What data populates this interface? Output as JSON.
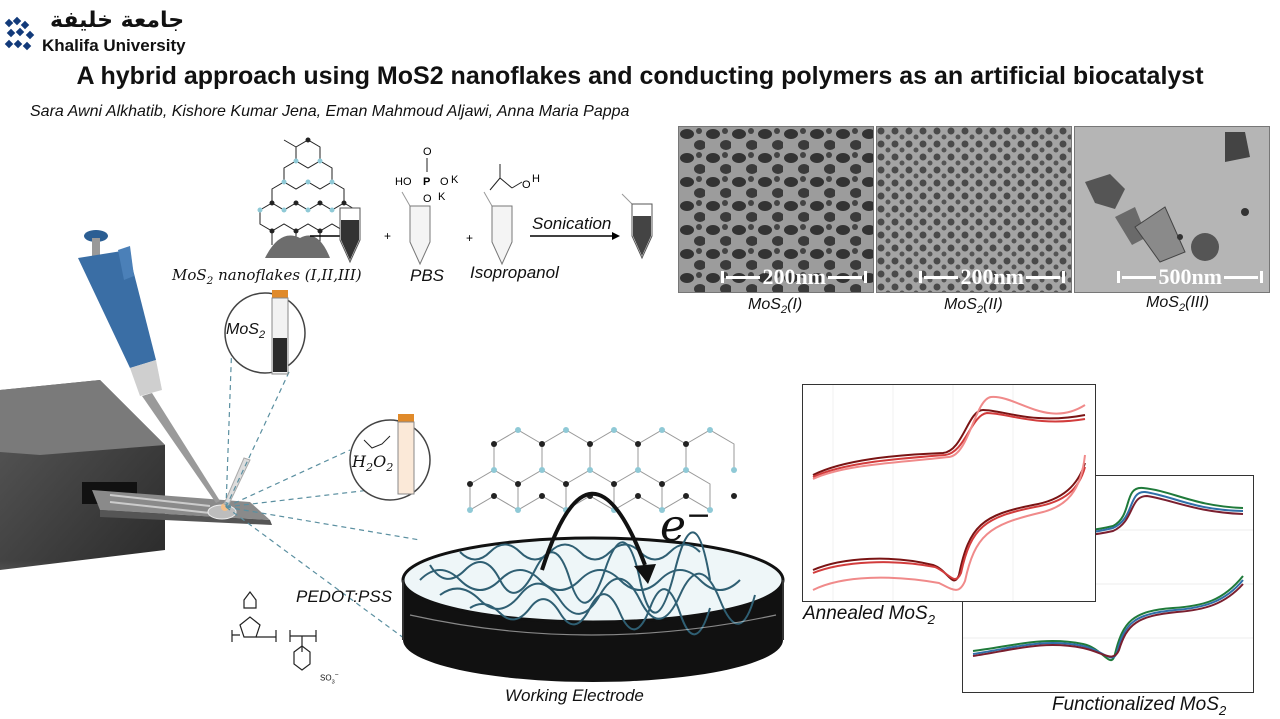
{
  "header": {
    "logo_arabic": "جامعة خليفة",
    "logo_english": "Khalifa University",
    "title": "A hybrid approach using MoS2 nanoflakes and conducting polymers as an artificial biocatalyst",
    "authors": "Sara Awni Alkhatib, Kishore Kumar Jena, Eman Mahmoud Aljawi, Anna Maria Pappa"
  },
  "synthesis": {
    "mos2_label": "MoS",
    "mos2_sub": "2",
    "nanoflakes_label": " nanoflakes (I,II,III)",
    "pbs_label": "PBS",
    "isopropanol_label": "Isopropanol",
    "sonication_label": "Sonication",
    "plus": "+",
    "phosphate_ho": "HO",
    "phosphate_o": "O",
    "phosphate_k": "K",
    "ipa_oh": "O",
    "ipa_h": "H"
  },
  "tem": [
    {
      "scale": "200nm",
      "label": "MoS",
      "sub": "2",
      "suffix": "(I)"
    },
    {
      "scale": "200nm",
      "label": "MoS",
      "sub": "2",
      "suffix": "(II)"
    },
    {
      "scale": "500nm",
      "label": "MoS",
      "sub": "2",
      "suffix": "(III)"
    }
  ],
  "device": {
    "tube_mos2": "MoS",
    "tube_mos2_sub": "2",
    "tube_h2o2": "H",
    "tube_h2o2_sub1": "2",
    "tube_h2o2_o": "O",
    "tube_h2o2_sub2": "2",
    "pedot_label": "PEDOT:PSS",
    "electrode_label": "Working Electrode",
    "electron_label": "e",
    "electron_sup": "−",
    "pss_label": "SO",
    "pss_sub": "3",
    "pss_charge": "−"
  },
  "plots": {
    "annealed_label": "Annealed MoS",
    "annealed_sub": "2",
    "functionalized_label": "Functionalized  MoS",
    "functionalized_sub": "2"
  },
  "colors": {
    "annealed_series": [
      "#7a1414",
      "#d23c3c",
      "#f08a8a"
    ],
    "functionalized_series": [
      "#1f7a3a",
      "#2f6fa8",
      "#7a1f2f"
    ],
    "mesh": "#2f5f73",
    "graphene_node_light": "#8fc9d6",
    "graphene_node_dark": "#222222",
    "pipette": "#3a6ea5"
  }
}
